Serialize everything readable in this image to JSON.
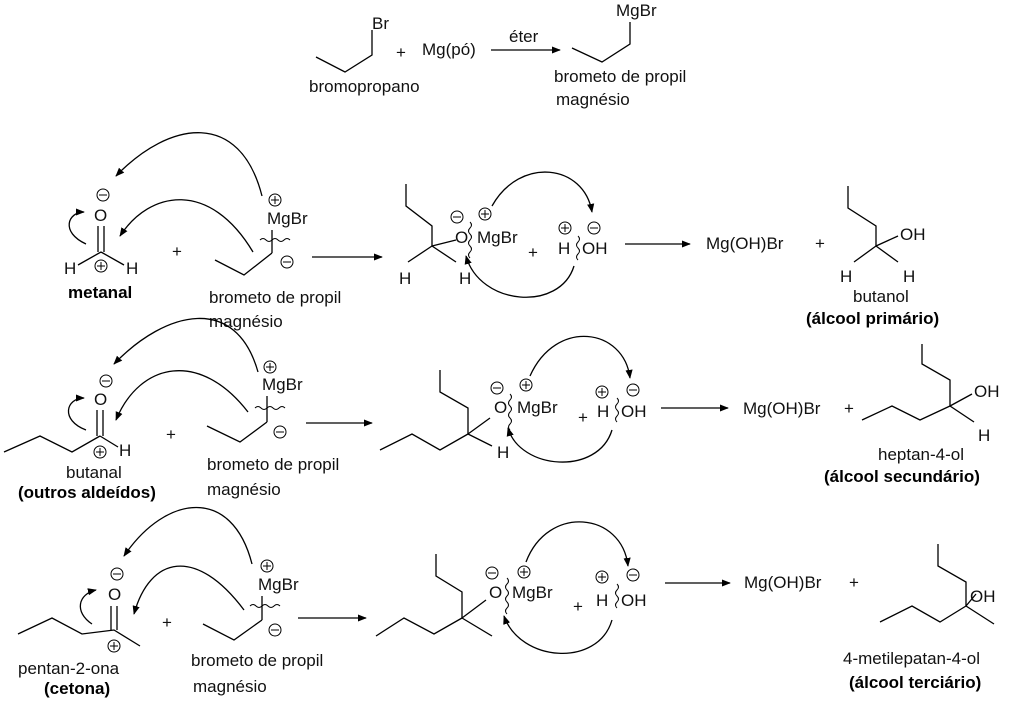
{
  "top": {
    "br": "Br",
    "plus": "+",
    "mg": "Mg(pó)",
    "arrow_label": "éter",
    "reactant_name": "bromopropano",
    "product_mgbr": "MgBr",
    "product_name_1": "brometo de propil",
    "product_name_2": "magnésio"
  },
  "rows": [
    {
      "substrate_name": "metanal",
      "substrate_o": "O",
      "substrate_h1": "H",
      "substrate_h2": "H",
      "plus1": "+",
      "grignard_mgbr": "MgBr",
      "grignard_name_1": "brometo de propil",
      "grignard_name_2": "magnésio",
      "inter_o": "O",
      "inter_mgbr": "MgBr",
      "inter_h1": "H",
      "inter_h2": "H",
      "plus2": "+",
      "water_h": "H",
      "water_oh": "OH",
      "byproduct": "Mg(OH)Br",
      "plus3": "+",
      "product_oh": "OH",
      "product_h1": "H",
      "product_h2": "H",
      "product_name": "butanol",
      "product_class": "(álcool primário)"
    },
    {
      "substrate_name": "butanal",
      "substrate_class": "(outros aldeídos)",
      "substrate_o": "O",
      "substrate_h": "H",
      "plus1": "+",
      "grignard_mgbr": "MgBr",
      "grignard_name_1": "brometo de propil",
      "grignard_name_2": "magnésio",
      "inter_o": "O",
      "inter_mgbr": "MgBr",
      "inter_h": "H",
      "plus2": "+",
      "water_h": "H",
      "water_oh": "OH",
      "byproduct": "Mg(OH)Br",
      "plus3": "+",
      "product_oh": "OH",
      "product_h": "H",
      "product_name": "heptan-4-ol",
      "product_class": "(álcool secundário)"
    },
    {
      "substrate_name": "pentan-2-ona",
      "substrate_class": "(cetona)",
      "substrate_o": "O",
      "plus1": "+",
      "grignard_mgbr": "MgBr",
      "grignard_name_1": "brometo de propil",
      "grignard_name_2": "magnésio",
      "inter_o": "O",
      "inter_mgbr": "MgBr",
      "plus2": "+",
      "water_h": "H",
      "water_oh": "OH",
      "byproduct": "Mg(OH)Br",
      "plus3": "+",
      "product_oh": "OH",
      "product_name": "4-metilepatan-4-ol",
      "product_class": "(álcool terciário)"
    }
  ]
}
